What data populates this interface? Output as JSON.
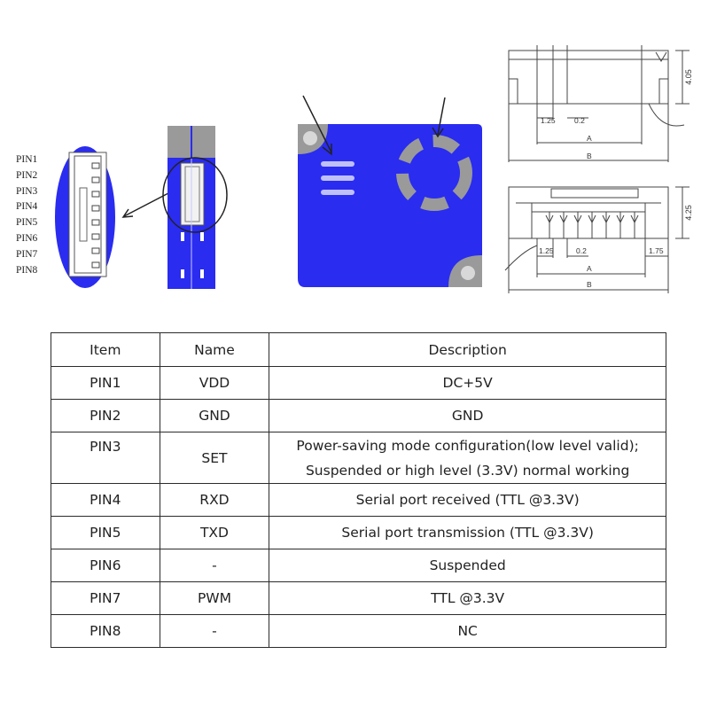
{
  "pin_labels": [
    "PIN1",
    "PIN2",
    "PIN3",
    "PIN4",
    "PIN5",
    "PIN6",
    "PIN7",
    "PIN8"
  ],
  "drawing": {
    "dim_height_top": "4.05",
    "dim_height_bottom": "4.25",
    "dim_pitch": "1.25",
    "dim_gap": "0.2",
    "dim_side": "1.75",
    "dim_a": "A",
    "dim_b": "B"
  },
  "table": {
    "headers": {
      "item": "Item",
      "name": "Name",
      "description": "Description"
    },
    "rows": [
      {
        "item": "PIN1",
        "name": "VDD",
        "description": "DC+5V"
      },
      {
        "item": "PIN2",
        "name": "GND",
        "description": "GND"
      },
      {
        "item": "PIN3",
        "name": "SET",
        "description_line1": "Power-saving mode configuration(low level valid);",
        "description_line2": "Suspended or high level (3.3V) normal working"
      },
      {
        "item": "PIN4",
        "name": "RXD",
        "description": "Serial port received (TTL @3.3V)"
      },
      {
        "item": "PIN5",
        "name": "TXD",
        "description": "Serial port transmission (TTL @3.3V)"
      },
      {
        "item": "PIN6",
        "name": "-",
        "description": "Suspended"
      },
      {
        "item": "PIN7",
        "name": "PWM",
        "description": "TTL @3.3V"
      },
      {
        "item": "PIN8",
        "name": "-",
        "description": "NC"
      }
    ]
  },
  "colors": {
    "board_blue": "#2a2cf0",
    "board_gray": "#9a9a9a",
    "line": "#222222"
  }
}
